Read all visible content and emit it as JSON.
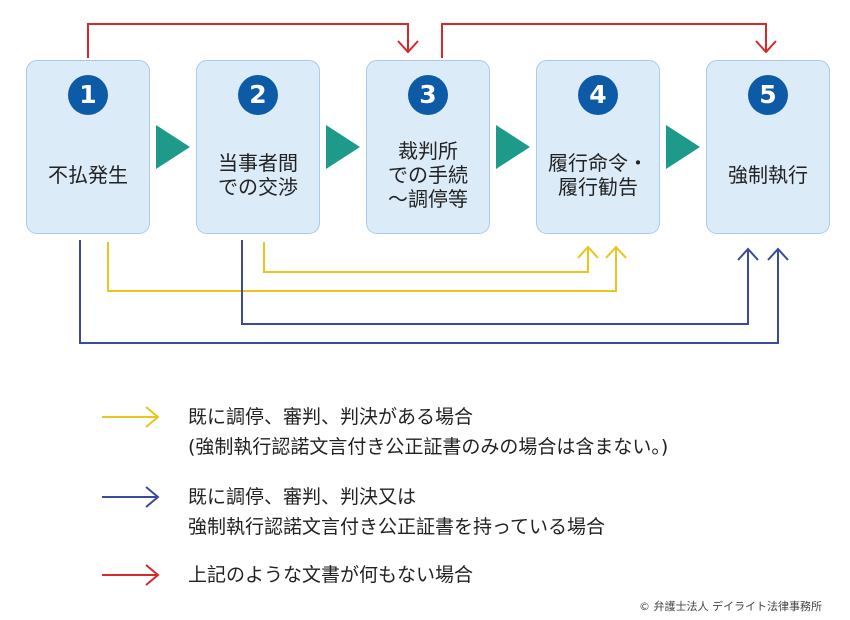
{
  "steps": [
    {
      "number": "1",
      "lines": [
        "不払発生"
      ]
    },
    {
      "number": "2",
      "lines": [
        "当事者間",
        "での交渉"
      ]
    },
    {
      "number": "3",
      "lines": [
        "裁判所",
        "での手続",
        "～調停等"
      ]
    },
    {
      "number": "4",
      "lines": [
        "履行命令・",
        "履行勧告"
      ]
    },
    {
      "number": "5",
      "lines": [
        "強制執行"
      ]
    }
  ],
  "legend": [
    {
      "color": "#e8c61b",
      "lines": [
        "既に調停、審判、判決がある場合",
        "(強制執行認諾文言付き公正証書のみの場合は含まない。)"
      ]
    },
    {
      "color": "#3a4a9e",
      "lines": [
        "既に調停、審判、判決又は",
        "強制執行認諾文言付き公正証書を持っている場合"
      ]
    },
    {
      "color": "#d62a2a",
      "lines": [
        "上記のような文書が何もない場合"
      ]
    }
  ],
  "colors": {
    "box_fill": "#dcebf8",
    "number_badge": "#0d5aa7",
    "connector": "#1d9a8a",
    "yellow_path": "#e8c61b",
    "blue_path": "#3a4a9e",
    "red_path": "#d62a2a"
  },
  "copyright": "© 弁護士法人 デイライト法律事務所"
}
